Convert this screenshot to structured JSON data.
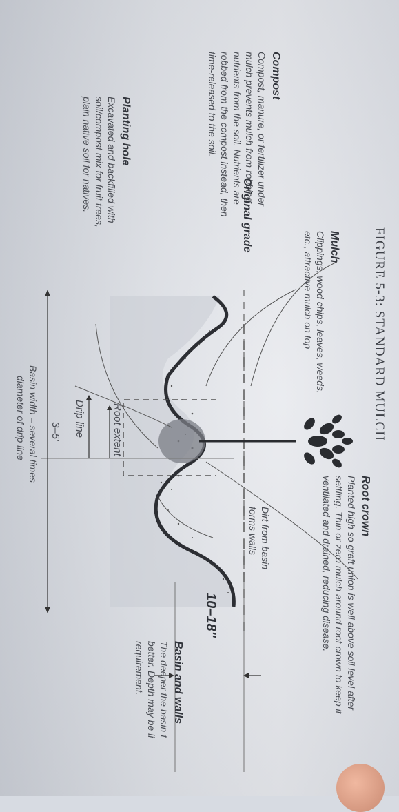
{
  "figure": {
    "title": "FIGURE 5-3: STANDARD MULCH"
  },
  "labels": {
    "mulch": {
      "heading": "Mulch",
      "lines": [
        "Clippings, wood chips, leaves, weeds,",
        "etc., attractive mulch on top"
      ]
    },
    "compost": {
      "heading": "Compost",
      "lines": [
        "Compost, manure, or fertilizer under",
        "mulch prevents mulch from robbing",
        "nutrients from the soil. Nutrients are",
        "robbed from the compost instead, then",
        "time-released to the soil."
      ]
    },
    "original_grade": "Original grade",
    "planting_hole": {
      "heading": "Planting hole",
      "lines": [
        "Excavated and backfilled with",
        "soil/compost mix for fruit trees,",
        "plain native soil for natives."
      ]
    },
    "root_crown": {
      "heading": "Root crown",
      "lines": [
        "Planted high so graft union is well above soil level after",
        "settling. Thin or zero mulch around root crown to keep it",
        "ventilated and drained, reducing disease."
      ]
    },
    "dirt_from_basin": [
      "Dirt from basin",
      "forms walls"
    ],
    "root_extent": "Root extent",
    "drip_line": "Drip line",
    "basin_width": {
      "value": "3–5'",
      "lines": [
        "Basin width = several times",
        "diameter of drip line"
      ]
    },
    "basin_walls": {
      "heading": "Basin and walls",
      "lines": [
        "The deeper the basin t",
        "better. Depth may be li",
        "requirement."
      ]
    },
    "depth": "10–18\""
  },
  "colors": {
    "paper": "#dde0e6",
    "ink": "#3a3d44"
  }
}
